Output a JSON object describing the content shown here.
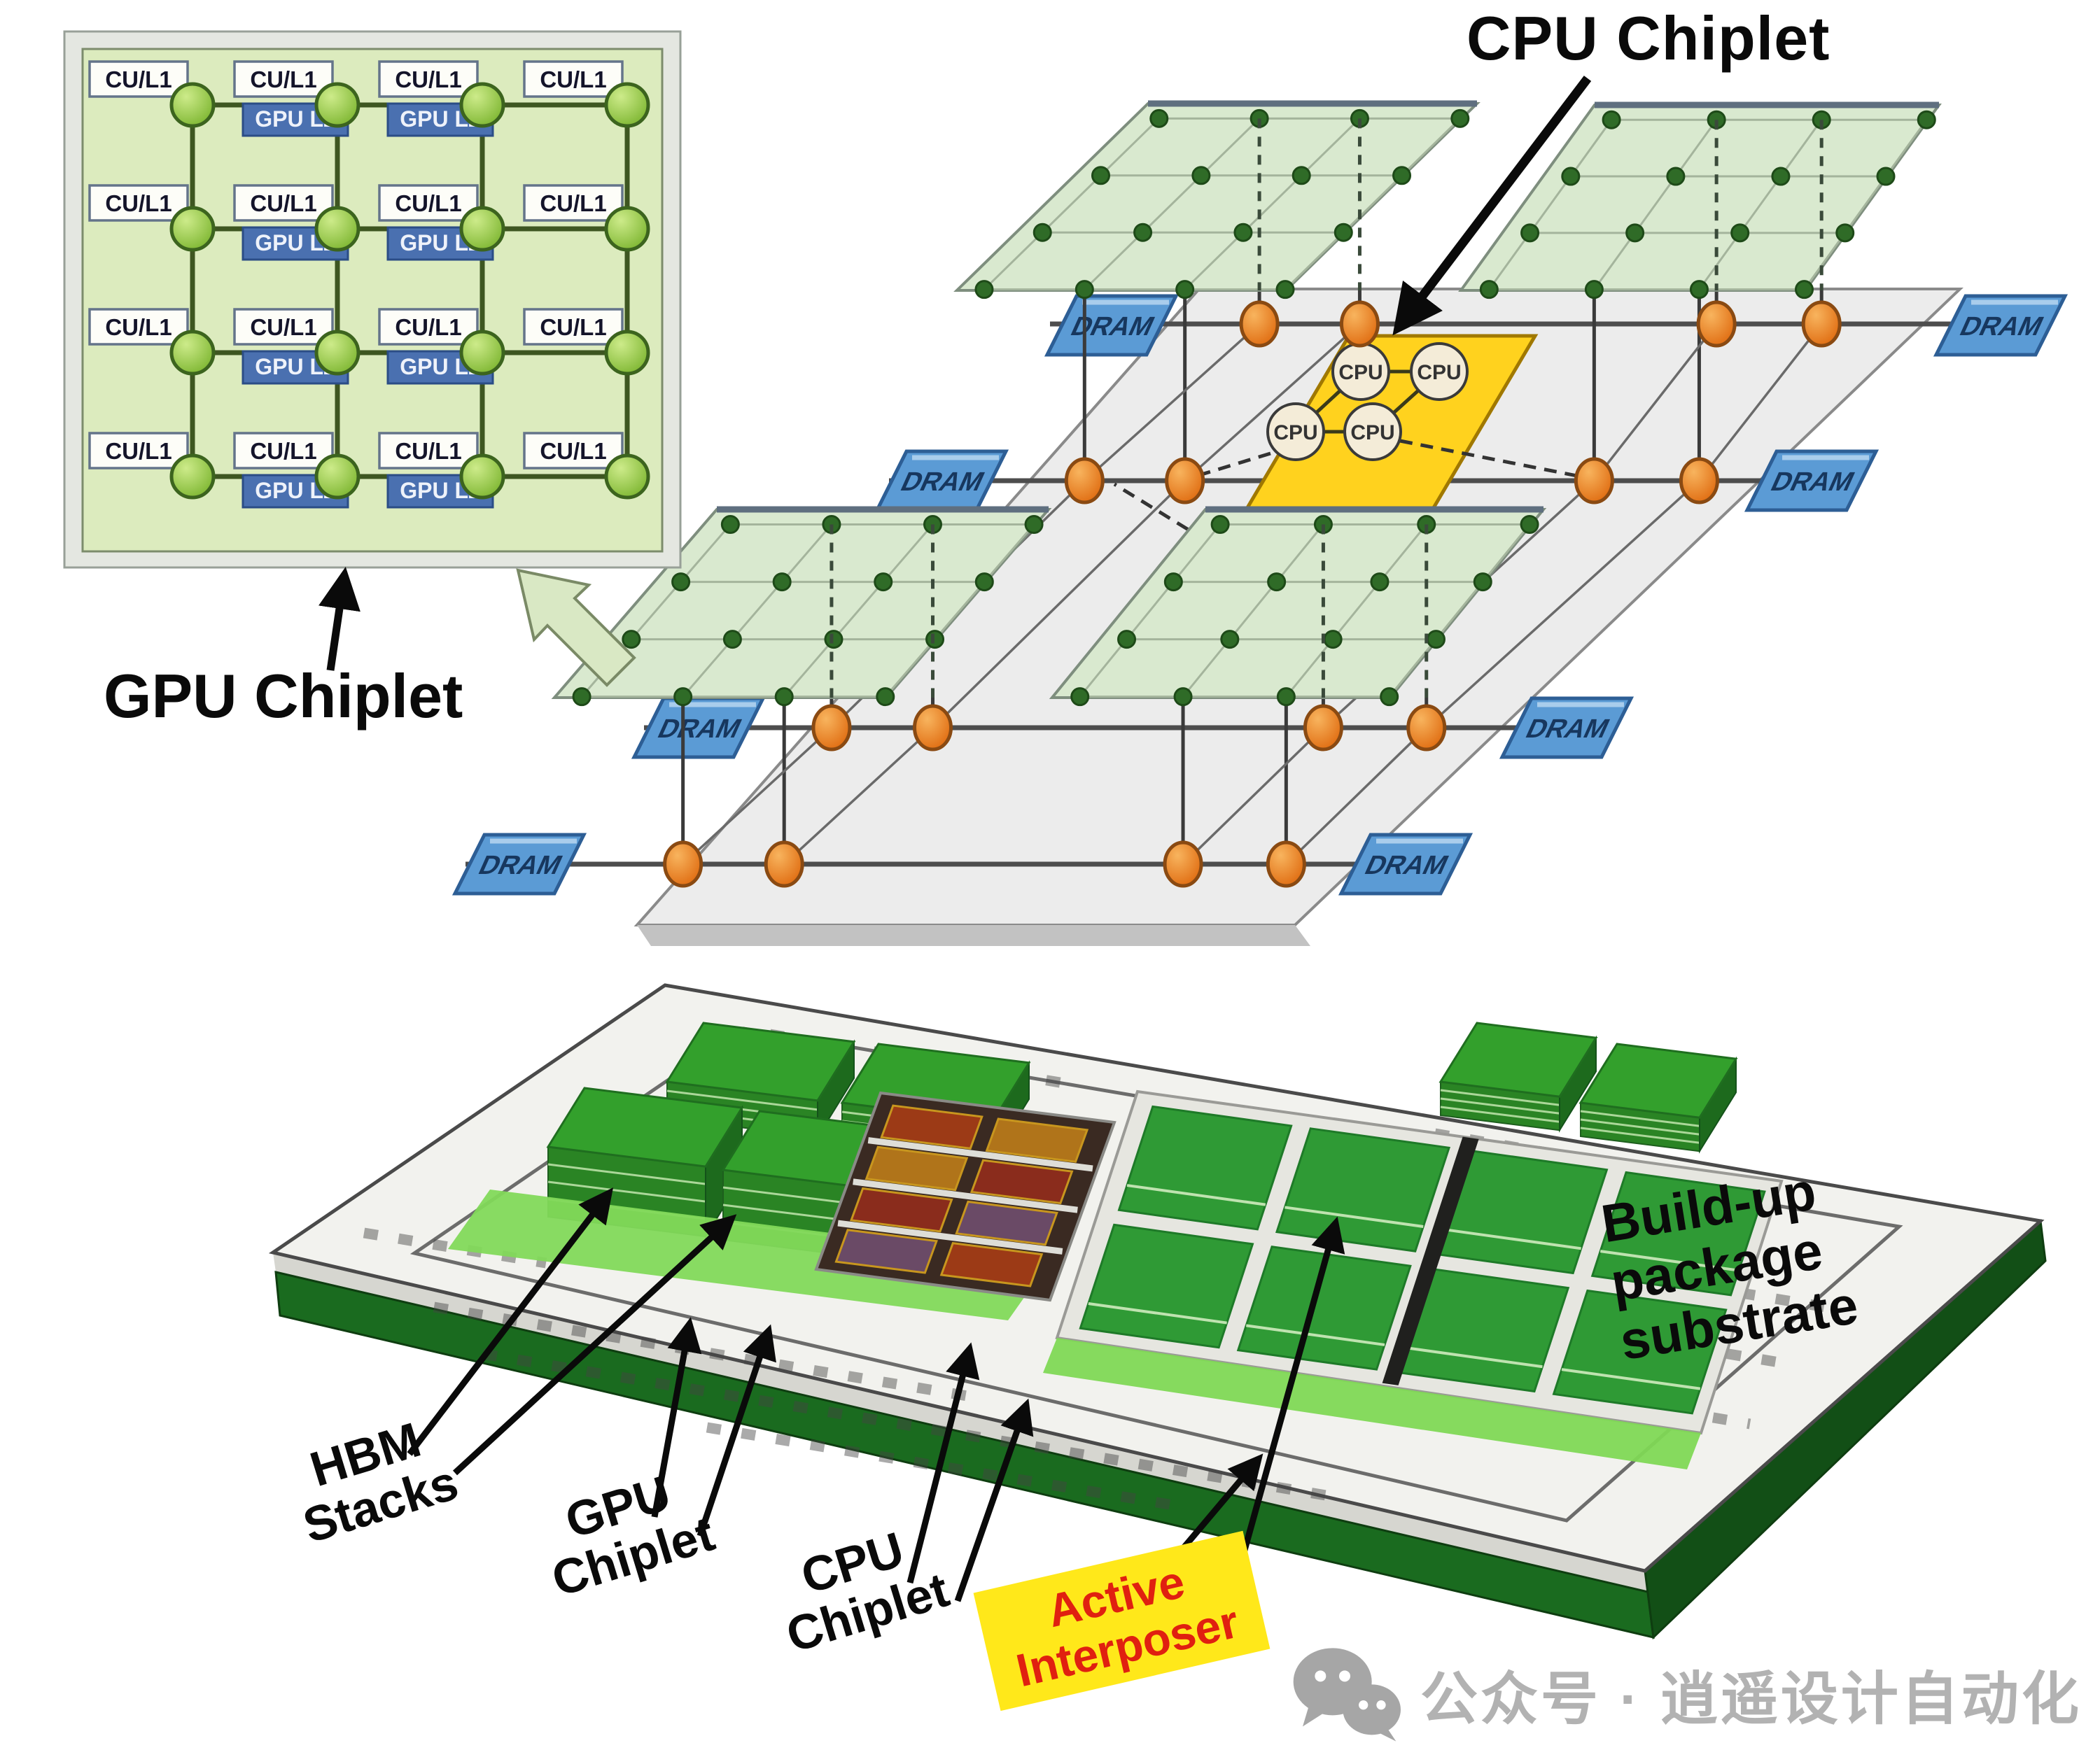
{
  "figure": {
    "kind": "chiplet-architecture-diagram"
  },
  "inset": {
    "cu_label": "CU/L1",
    "l2_label": "GPU L2",
    "rows": 4,
    "cols": 4,
    "l2_columns": [
      1,
      2
    ]
  },
  "isometric": {
    "dram_label": "DRAM",
    "cpu_core_label": "CPU",
    "dram_count": 8,
    "cpu_core_count": 4,
    "gpu_plane_count": 4,
    "mesh_dots_per_plane": 16
  },
  "labels": {
    "cpu_chiplet_top": "CPU Chiplet",
    "gpu_chiplet_inset": "GPU Chiplet",
    "hbm_stacks": "HBM\nStacks",
    "gpu_chiplet_bottom": "GPU\nChiplet",
    "cpu_chiplet_bottom": "CPU\nChiplet",
    "active_interposer": "Active\nInterposer",
    "buildup_substrate": "Build-up\npackage\nsubstrate"
  },
  "watermark": {
    "text": "公众号 · 逍遥设计自动化"
  },
  "colors": {
    "inset_bg": "#dcebbe",
    "l2_blue": "#4a70b0",
    "router_green": "#9ccb3c",
    "mesh_line": "#3e5621",
    "plane_green": "#d9e9cf",
    "plane_dot": "#2f6b27",
    "interposer_gray": "#ececec",
    "node_orange": "#ef8122",
    "dram_blue": "#5b9bd5",
    "dram_text": "#17375e",
    "cpu_yellow": "#ffd21e",
    "active_label_bg": "#ffe81a",
    "active_label_text": "#e02010",
    "pcb_green": "#1a6b1f",
    "die_green": "#2f9a35",
    "hbm_green": "#33a02c",
    "watermark_gray": "#b2b2b2"
  }
}
